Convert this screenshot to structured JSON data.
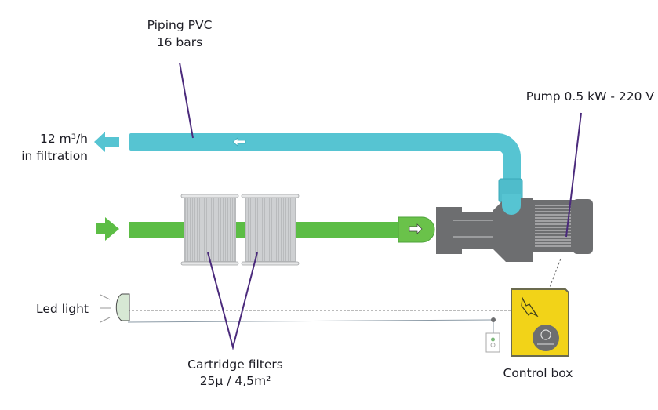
{
  "diagram": {
    "labels": {
      "piping_line1": "Piping PVC",
      "piping_line2": "16 bars",
      "flow_line1": "12 m³/h",
      "flow_line2": "in filtration",
      "pump": "Pump 0.5 kW - 220 V",
      "led": "Led light",
      "filters_line1": "Cartridge filters",
      "filters_line2": "25μ / 4,5m²",
      "control_box": "Control box"
    },
    "colors": {
      "return_pipe": "#56c4d2",
      "intake_pipe": "#5cbd45",
      "pump_body": "#6d6e70",
      "filter": "#b9bbbd",
      "control_box": "#f2d318",
      "leader_line": "#4b2a7c",
      "led": "#d7e8d4"
    }
  }
}
